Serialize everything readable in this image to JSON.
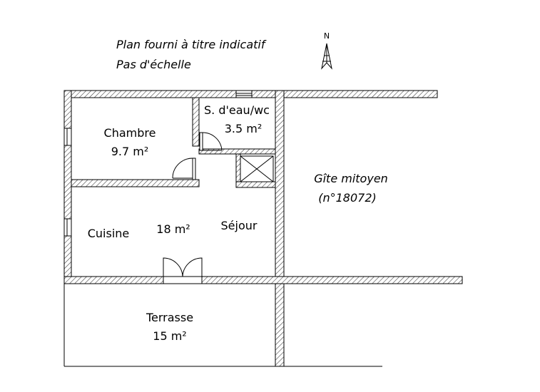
{
  "notes": {
    "line1": "Plan fourni à titre indicatif",
    "line2": "Pas d'échelle"
  },
  "compass": {
    "label": "N"
  },
  "rooms": {
    "chambre": {
      "name": "Chambre",
      "area": "9.7 m²"
    },
    "salle_eau": {
      "name": "S. d'eau/wc",
      "area": "3.5 m²"
    },
    "cuisine": {
      "name": "Cuisine"
    },
    "living_area": "18 m²",
    "sejour": {
      "name": "Séjour"
    },
    "terrasse": {
      "name": "Terrasse",
      "area": "15 m²"
    },
    "gite": {
      "name": "Gîte mitoyen",
      "ref": "(n°18072)"
    }
  }
}
